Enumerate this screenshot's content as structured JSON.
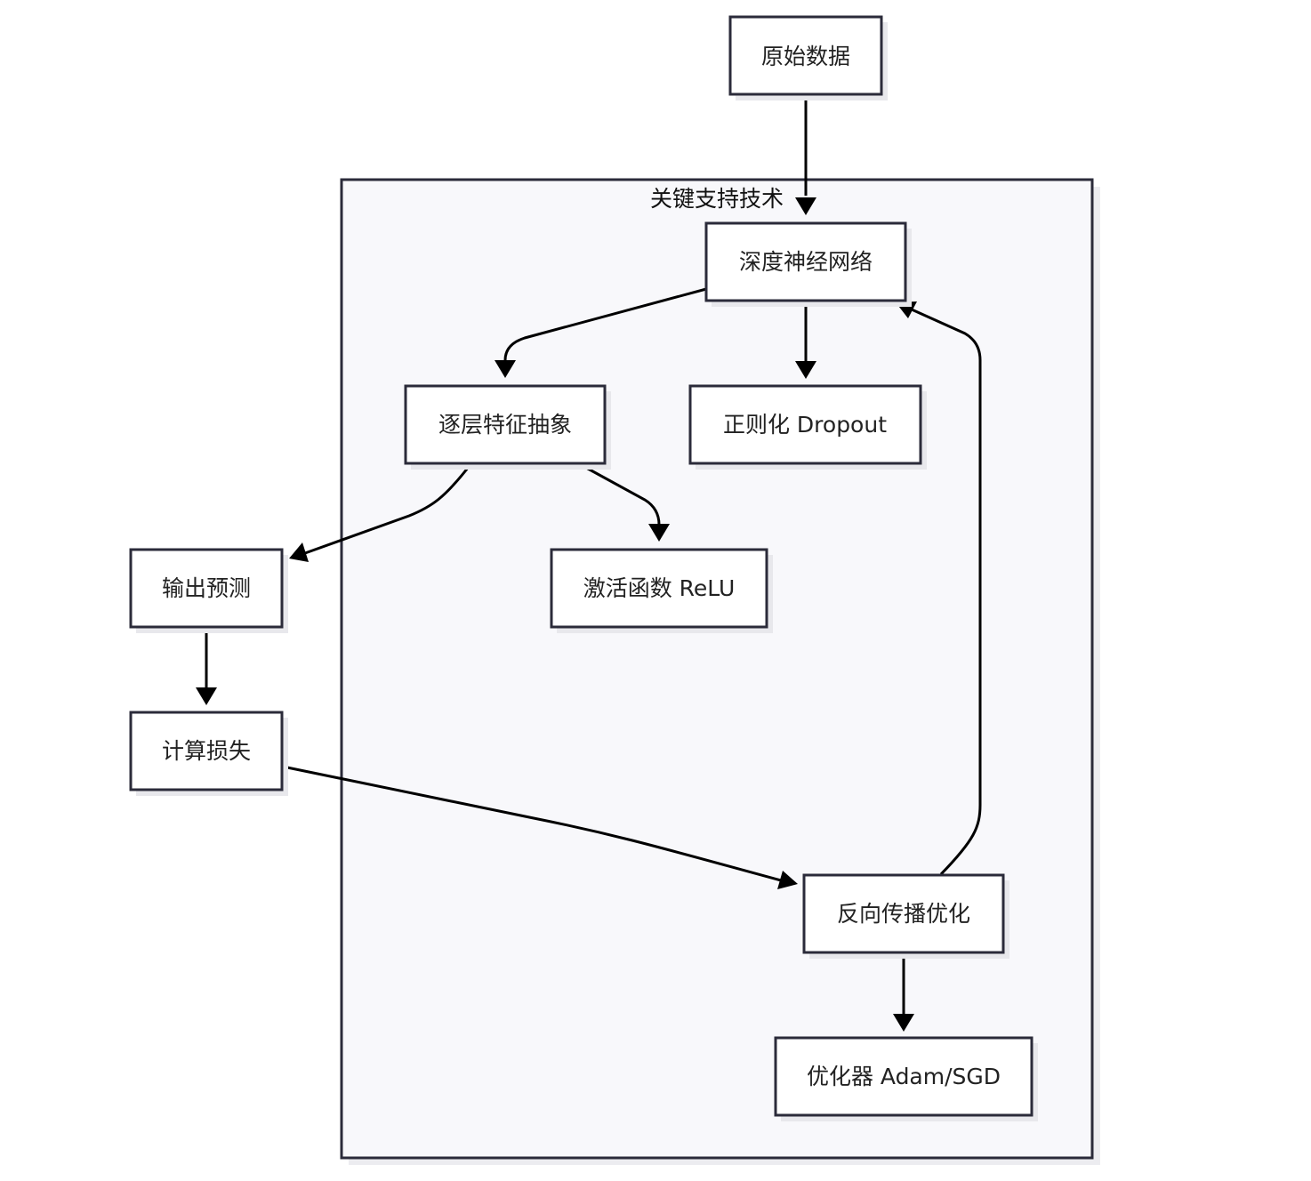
{
  "diagram": {
    "cluster": {
      "label": "关键支持技术"
    },
    "nodes": {
      "raw_data": "原始数据",
      "dnn": "深度神经网络",
      "feature_abstraction": "逐层特征抽象",
      "dropout": "正则化 Dropout",
      "output_prediction": "输出预测",
      "relu": "激活函数 ReLU",
      "compute_loss": "计算损失",
      "backprop": "反向传播优化",
      "optimizer": "优化器 Adam/SGD"
    }
  }
}
